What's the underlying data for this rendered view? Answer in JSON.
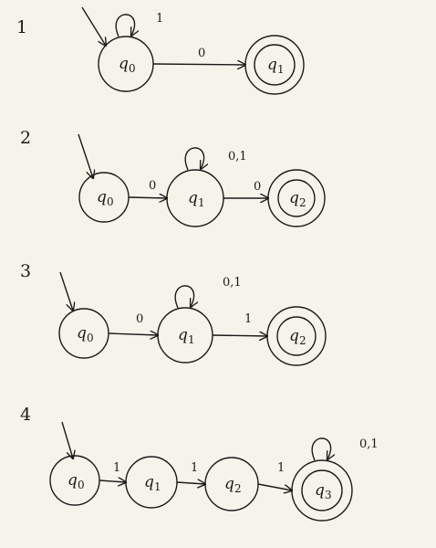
{
  "diagrams": [
    {
      "number": "1",
      "states": [
        {
          "name": "q",
          "sub": "0",
          "accepting": false
        },
        {
          "name": "q",
          "sub": "1",
          "accepting": true
        }
      ],
      "transitions": [
        {
          "from": "q0",
          "to": "q0",
          "label": "1"
        },
        {
          "from": "q0",
          "to": "q1",
          "label": "0"
        }
      ]
    },
    {
      "number": "2",
      "states": [
        {
          "name": "q",
          "sub": "0",
          "accepting": false
        },
        {
          "name": "q",
          "sub": "1",
          "accepting": false
        },
        {
          "name": "q",
          "sub": "2",
          "accepting": true
        }
      ],
      "transitions": [
        {
          "from": "q0",
          "to": "q1",
          "label": "0"
        },
        {
          "from": "q1",
          "to": "q1",
          "label": "0,1"
        },
        {
          "from": "q1",
          "to": "q2",
          "label": "0"
        }
      ]
    },
    {
      "number": "3",
      "states": [
        {
          "name": "q",
          "sub": "0",
          "accepting": false
        },
        {
          "name": "q",
          "sub": "1",
          "accepting": false
        },
        {
          "name": "q",
          "sub": "2",
          "accepting": true
        }
      ],
      "transitions": [
        {
          "from": "q0",
          "to": "q1",
          "label": "0"
        },
        {
          "from": "q1",
          "to": "q1",
          "label": "0,1"
        },
        {
          "from": "q1",
          "to": "q2",
          "label": "1"
        }
      ]
    },
    {
      "number": "4",
      "states": [
        {
          "name": "q",
          "sub": "0",
          "accepting": false
        },
        {
          "name": "q",
          "sub": "1",
          "accepting": false
        },
        {
          "name": "q",
          "sub": "2",
          "accepting": false
        },
        {
          "name": "q",
          "sub": "3",
          "accepting": true
        }
      ],
      "transitions": [
        {
          "from": "q0",
          "to": "q1",
          "label": "1"
        },
        {
          "from": "q1",
          "to": "q2",
          "label": "1"
        },
        {
          "from": "q2",
          "to": "q3",
          "label": "1"
        },
        {
          "from": "q3",
          "to": "q3",
          "label": "0,1"
        }
      ]
    }
  ]
}
